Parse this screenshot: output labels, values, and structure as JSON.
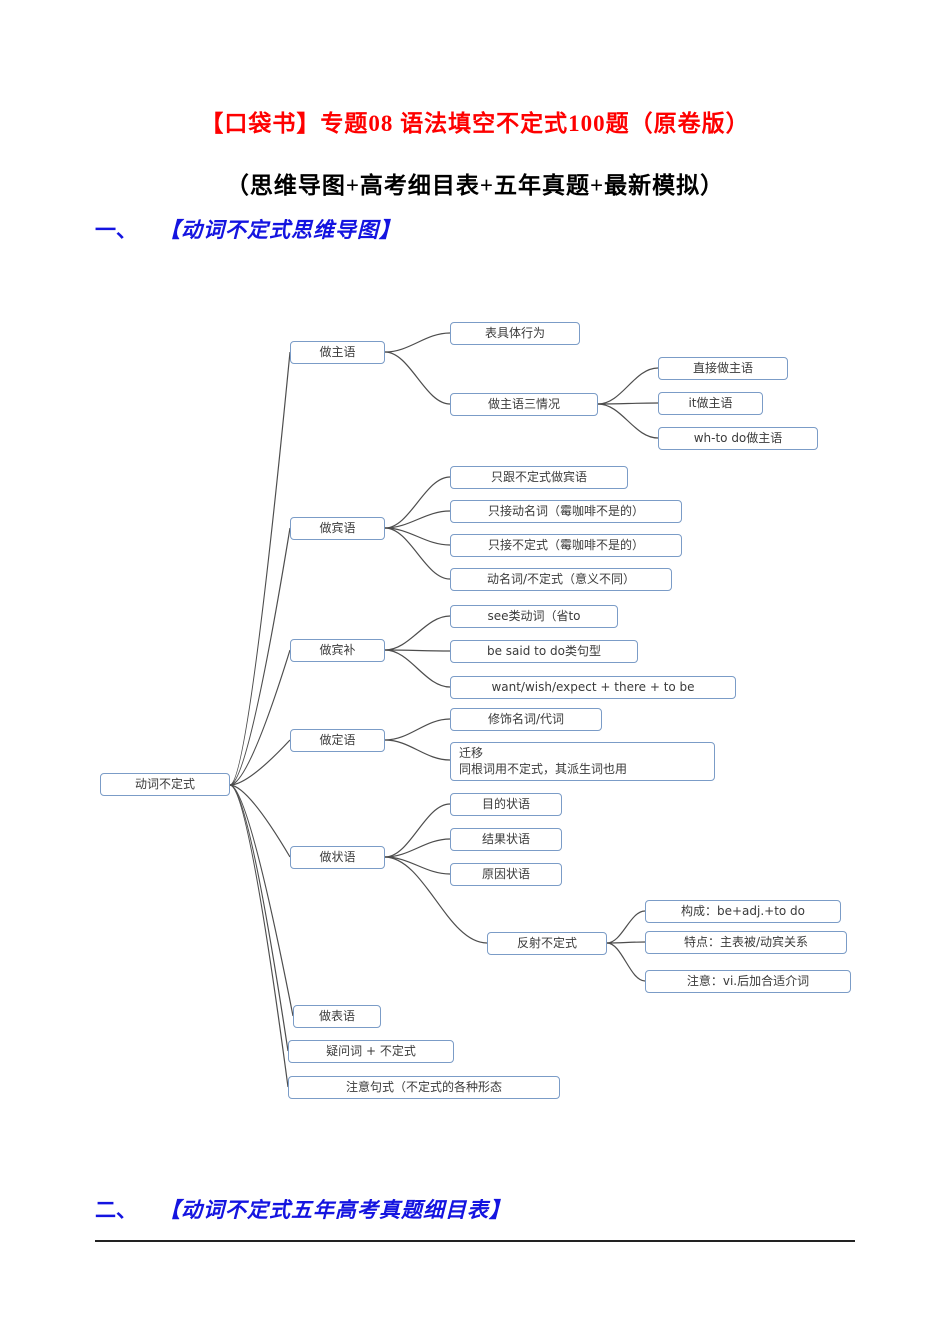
{
  "page": {
    "title": "【口袋书】专题08 语法填空不定式100题（原卷版）",
    "subtitle": "（思维导图+高考细目表+五年真题+最新模拟）",
    "section1": {
      "num": "一、",
      "title": "【动词不定式思维导图】"
    },
    "section2": {
      "num": "二、",
      "title": "【动词不定式五年高考真题细目表】"
    }
  },
  "mindmap": {
    "nodes": {
      "root": "动词不定式",
      "zhuyu": "做主语",
      "biaojuti": "表具体行为",
      "sanqingkuang": "做主语三情况",
      "zhijiezhuyu": "直接做主语",
      "itzhuyu": "it做主语",
      "whtodo": "wh-to do做主语",
      "binyu": "做宾语",
      "zhigenbudingshi": "只跟不定式做宾语",
      "zhijiedongmingci": "只接动名词（霉咖啡不是的）",
      "zhijiebudingshi": "只接不定式（霉咖啡不是的）",
      "yiyibutong": "动名词/不定式（意义不同）",
      "binbu": "做宾补",
      "seelei": "see类动词（省to",
      "besaid": "be said to do类句型",
      "wantwish": "want/wish/expect + there + to be",
      "dingyu": "做定语",
      "xiushi": "修饰名词/代词",
      "qianyi_line1": "迁移",
      "qianyi_line2": "同根词用不定式，其派生词也用",
      "zhuangyu": "做状语",
      "mudi": "目的状语",
      "jieguo": "结果状语",
      "yuanyin": "原因状语",
      "fanshe": "反射不定式",
      "goucheng": "构成：be+adj.+to do",
      "tedian": "特点：主表被/动宾关系",
      "zhuyi": "注意：vi.后加合适介词",
      "biaoyu": "做表语",
      "yiwenci": "疑问词 + 不定式",
      "zhuyijushi": "注意句式（不定式的各种形态"
    }
  }
}
